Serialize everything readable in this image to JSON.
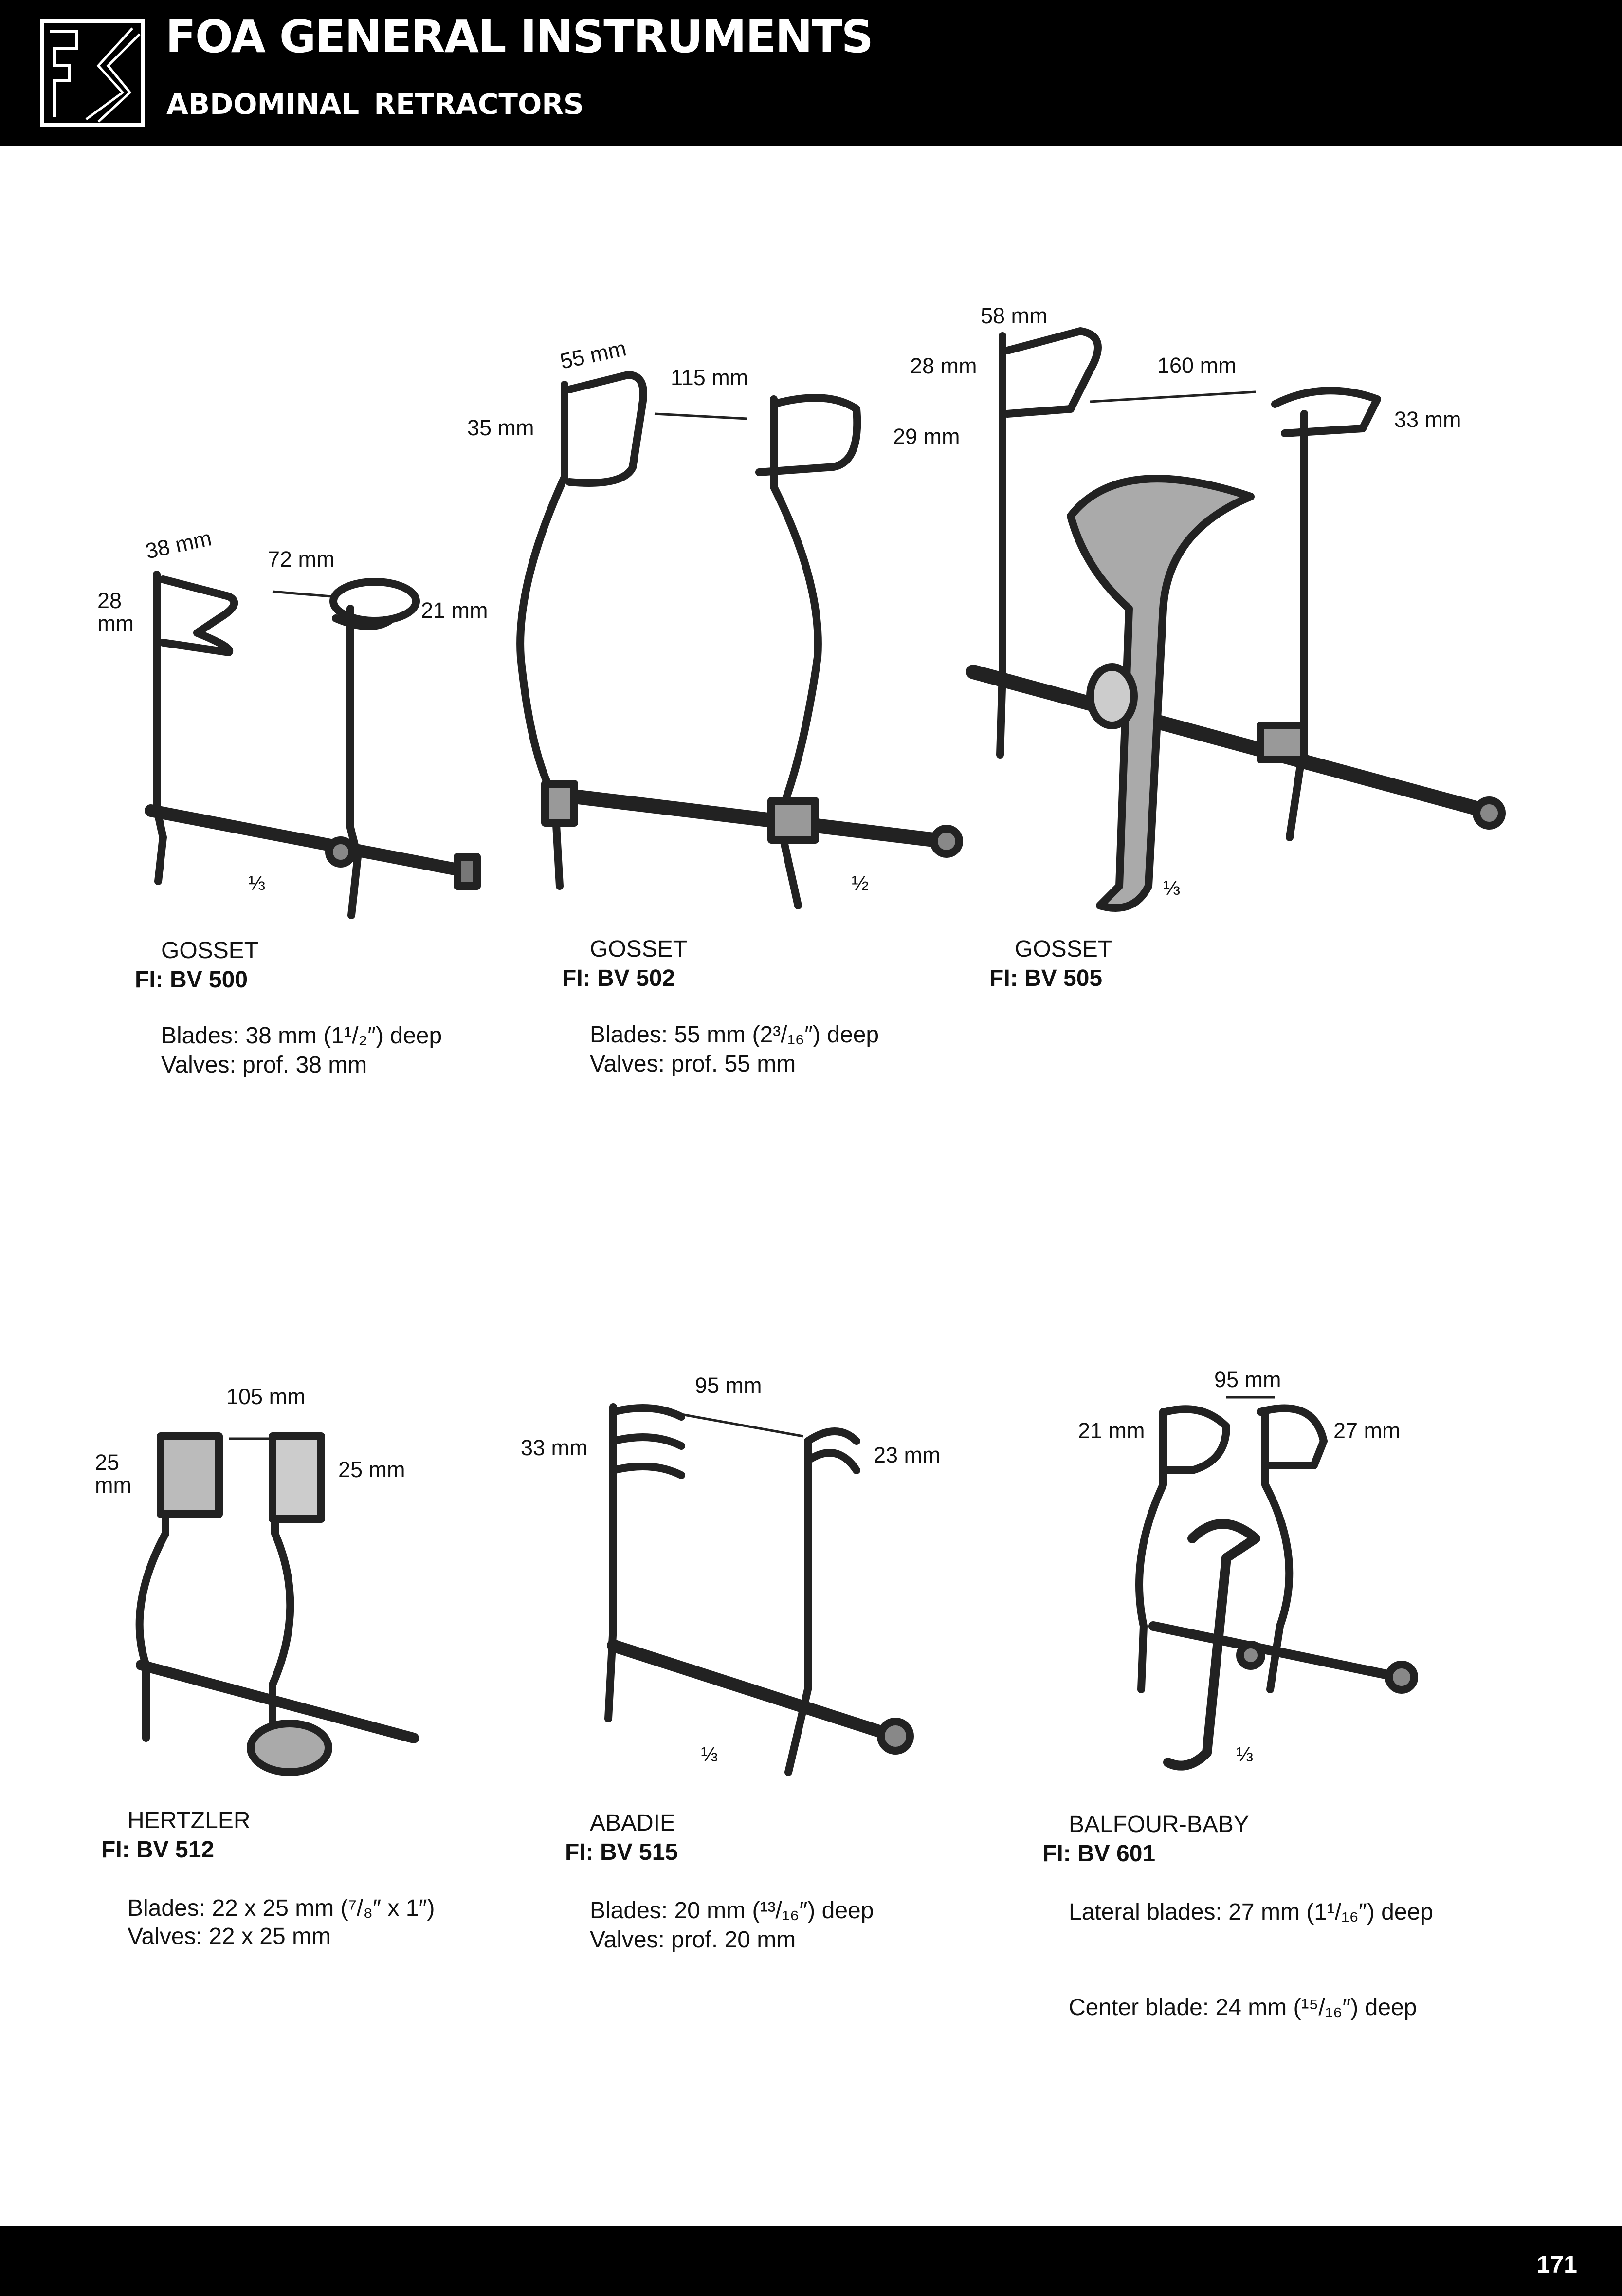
{
  "header": {
    "brand": "FOA GENERAL INSTRUMENTS",
    "section": "ABDOMINAL  RETRACTORS",
    "logo_text": "FS"
  },
  "footer": {
    "page_number": "171"
  },
  "products": [
    {
      "name": "GOSSET",
      "code": "FI: BV 500",
      "specs": [
        "Blades: 38 mm (1¹/₂″) deep",
        "Valves: prof. 38 mm"
      ],
      "scale": "⅓",
      "dims": [
        "38 mm",
        "72 mm",
        "28 mm",
        "21 mm"
      ]
    },
    {
      "name": "GOSSET",
      "code": "FI: BV 502",
      "specs": [
        "Blades: 55 mm (2³/₁₆″) deep",
        "Valves: prof. 55 mm"
      ],
      "scale": "½",
      "dims": [
        "55 mm",
        "115 mm",
        "35 mm",
        "29 mm"
      ]
    },
    {
      "name": "GOSSET",
      "code": "FI: BV 505",
      "specs": [],
      "scale": "⅓",
      "dims": [
        "58 mm",
        "28 mm",
        "160 mm",
        "33 mm"
      ]
    },
    {
      "name": "HERTZLER",
      "code": "FI: BV 512",
      "specs": [
        "Blades: 22 x 25 mm (⁷/₈″ x 1″)",
        "Valves: 22 x 25 mm"
      ],
      "dims": [
        "105 mm",
        "25 mm",
        "25 mm"
      ]
    },
    {
      "name": "ABADIE",
      "code": "FI: BV 515",
      "specs": [
        "Blades: 20 mm (¹³/₁₆″) deep",
        "Valves: prof. 20 mm"
      ],
      "scale": "⅓",
      "dims": [
        "95 mm",
        "33 mm",
        "23 mm"
      ]
    },
    {
      "name": "BALFOUR-BABY",
      "code": "FI: BV 601",
      "specs": [
        "Lateral blades: 27 mm (1¹/₁₆″) deep",
        "Center blade: 24 mm (¹⁵/₁₆″) deep"
      ],
      "scale": "⅓",
      "dims": [
        "95 mm",
        "21 mm",
        "27 mm"
      ]
    }
  ]
}
